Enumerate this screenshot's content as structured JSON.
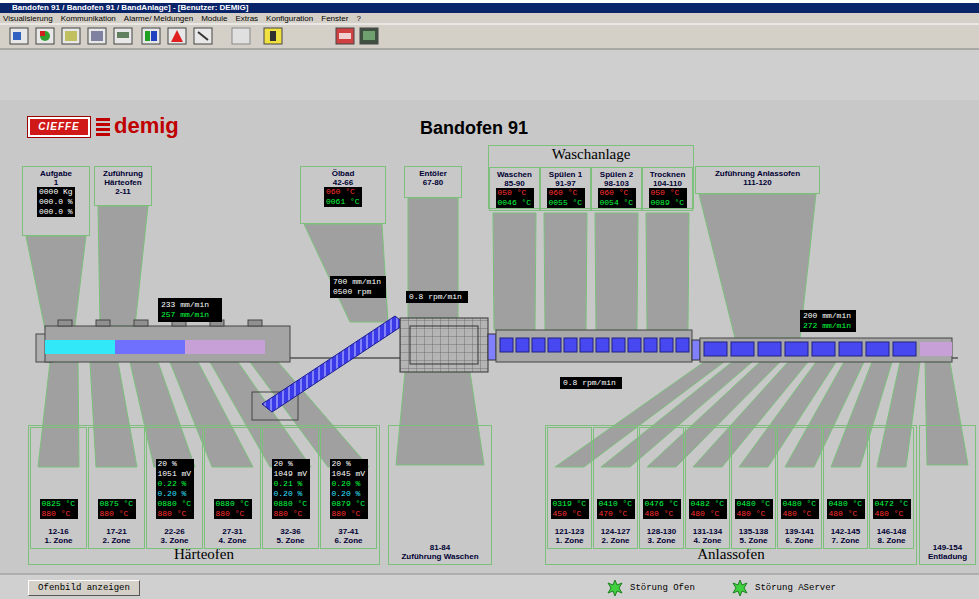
{
  "diagram": {
    "title": "Bandofen 91",
    "nodes": [
      {
        "text": [
          "CIEFFE"
        ]
      },
      {
        "text": [
          "demig"
        ]
      },
      {
        "text": [
          "Aufgabe",
          "1",
          "0000 Kg",
          "000.0 %",
          "000.0 %"
        ]
      },
      {
        "text": [
          "Zuführung Härteofen",
          "2-11"
        ]
      },
      {
        "text": [
          "Ölbad",
          "42-66",
          "060 °C",
          "0061 °C"
        ]
      },
      {
        "text": [
          "Entöler",
          "67-80"
        ]
      },
      {
        "text": [
          "Waschanlage"
        ]
      },
      {
        "text": [
          "Waschen",
          "85-90",
          "050 °C",
          "0046 °C"
        ],
        "in": 6
      },
      {
        "text": [
          "Spülen 1",
          "91-97",
          "060 °C",
          "0055 °C"
        ],
        "in": 6
      },
      {
        "text": [
          "Spülen 2",
          "98-103",
          "060 °C",
          "0054 °C"
        ],
        "in": 6
      },
      {
        "text": [
          "Trocknen",
          "104-110",
          "050 °C",
          "0089 °C"
        ],
        "in": 6
      },
      {
        "text": [
          "Zuführung Anlassofen",
          "111-120"
        ]
      },
      {
        "text": [
          "233 mm/min",
          "257 mm/min"
        ]
      },
      {
        "text": [
          "700 mm/min",
          "0500 rpm"
        ]
      },
      {
        "text": [
          "0.8 rpm/min"
        ]
      },
      {
        "text": [
          "200 mm/min",
          "272 mm/min"
        ]
      },
      {
        "text": [
          "0.8 rpm/min"
        ]
      },
      {
        "text": [
          "Härteofen"
        ]
      },
      {
        "text": [
          "0825 °C",
          "880 °C",
          "12-16",
          "1. Zone"
        ],
        "in": 17
      },
      {
        "text": [
          "0875 °C",
          "880 °C",
          "17-21",
          "2. Zone"
        ],
        "in": 17
      },
      {
        "text": [
          "20 %",
          "1051 mV",
          "0.22 %",
          "0.20 %",
          "0880 °C",
          "880 °C",
          "22-26",
          "3. Zone"
        ],
        "in": 17
      },
      {
        "text": [
          "0880 °C",
          "880 °C",
          "27-31",
          "4. Zone"
        ],
        "in": 17
      },
      {
        "text": [
          "20 %",
          "1049 mV",
          "0.21 %",
          "0.20 %",
          "0880 °C",
          "880 °C",
          "32-36",
          "5. Zone"
        ],
        "in": 17
      },
      {
        "text": [
          "20 %",
          "1045 mV",
          "0.20 %",
          "0.20 %",
          "0879 °C",
          "880 °C",
          "37-41",
          "6. Zone"
        ],
        "in": 17
      },
      {
        "text": [
          "81-84",
          "Zuführung Waschen"
        ]
      },
      {
        "text": [
          "Anlassofen"
        ]
      },
      {
        "text": [
          "0319 °C",
          "450 °C",
          "121-123",
          "1. Zone"
        ],
        "in": 25
      },
      {
        "text": [
          "0410 °C",
          "470 °C",
          "124-127",
          "2. Zone"
        ],
        "in": 25
      },
      {
        "text": [
          "0476 °C",
          "480 °C",
          "128-130",
          "3. Zone"
        ],
        "in": 25
      },
      {
        "text": [
          "0482 °C",
          "480 °C",
          "131-134",
          "4. Zone"
        ],
        "in": 25
      },
      {
        "text": [
          "0480 °C",
          "480 °C",
          "135-138",
          "5. Zone"
        ],
        "in": 25
      },
      {
        "text": [
          "0480 °C",
          "480 °C",
          "139-141",
          "6. Zone"
        ],
        "in": 25
      },
      {
        "text": [
          "0480 °C",
          "480 °C",
          "142-145",
          "7. Zone"
        ],
        "in": 25
      },
      {
        "text": [
          "0472 °C",
          "480 °C",
          "146-148",
          "8. Zone"
        ],
        "in": 25
      },
      {
        "text": [
          "149-154",
          "Entladung"
        ]
      },
      {
        "text": [
          "Ofenbild anzeigen"
        ]
      }
    ],
    "labels": [
      "Bandofen 91 / Bandofen 91 / BandAnlage] - [Benutzer: DEMIG]",
      "Visualisierung",
      "Kommunikation",
      "Alarme/ Meldungen",
      "Module",
      "Extras",
      "Konfiguration",
      "Fenster",
      "?",
      "Störung Ofen",
      "Störung AServer"
    ]
  }
}
